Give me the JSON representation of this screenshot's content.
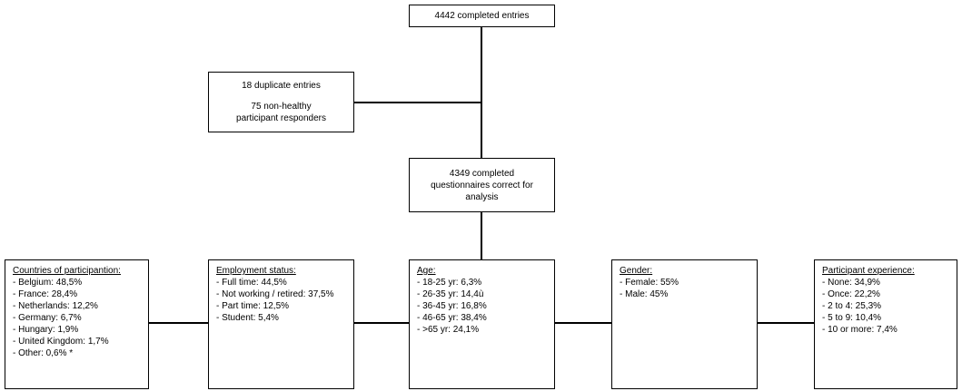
{
  "top": {
    "text": "4442 completed entries"
  },
  "excluded": {
    "line1": "18 duplicate entries",
    "line2a": "75 non-healthy",
    "line2b": "participant responders"
  },
  "analysis": {
    "line1": "4349 completed",
    "line2": "questionnaires correct for",
    "line3": "analysis"
  },
  "countries": {
    "heading": "Countries of participantion:",
    "items": [
      "- Belgium: 48,5%",
      "- France: 28,4%",
      "- Netherlands: 12,2%",
      "- Germany: 6,7%",
      "- Hungary: 1,9%",
      "- United Kingdom: 1,7%",
      "- Other: 0,6% *"
    ]
  },
  "employment": {
    "heading": "Employment status:",
    "items": [
      "- Full time: 44,5%",
      "- Not working / retired: 37,5%",
      "- Part time: 12,5%",
      "- Student: 5,4%"
    ]
  },
  "age": {
    "heading": "Age:",
    "items": [
      "- 18-25 yr: 6,3%",
      "- 26-35 yr: 14,4ù",
      "- 36-45 yr: 16,8%",
      "- 46-65 yr: 38,4%",
      "- >65 yr: 24,1%"
    ]
  },
  "gender": {
    "heading": "Gender:",
    "items": [
      "- Female: 55%",
      "- Male: 45%"
    ]
  },
  "experience": {
    "heading": "Participant experience:",
    "items": [
      "- None: 34,9%",
      "- Once: 22,2%",
      "- 2 to 4: 25,3%",
      "- 5 to 9: 10,4%",
      "- 10 or more: 7,4%"
    ]
  }
}
